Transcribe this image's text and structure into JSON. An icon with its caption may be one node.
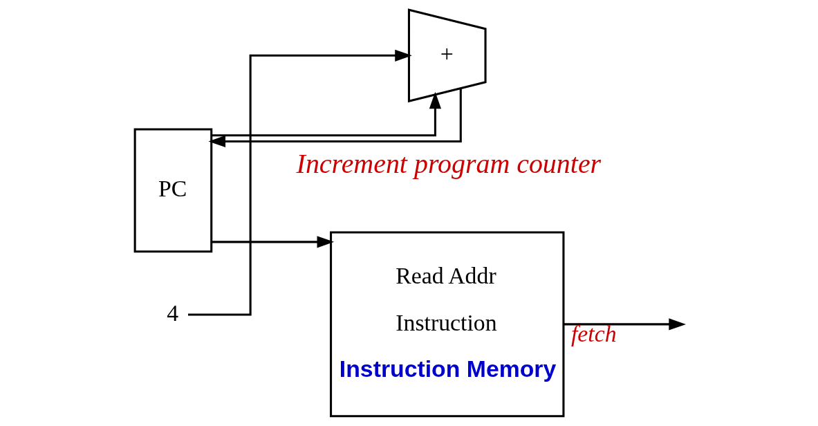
{
  "diagram": {
    "nodes": [
      {
        "text": [
          "PC"
        ]
      },
      {
        "text": [
          "Read Addr",
          "Instruction",
          "Instruction Memory"
        ]
      },
      {
        "text": [
          "+"
        ]
      },
      {
        "text": [
          "4"
        ]
      }
    ],
    "edges": [
      {
        "from": 2,
        "to": 0,
        "arrow": "to"
      },
      {
        "from": 0,
        "to": 1,
        "arrow": "to"
      },
      {
        "from": 0,
        "to": 2,
        "arrow": "to"
      },
      {
        "from": 3,
        "to": 2,
        "arrow": "to"
      },
      {
        "from": 1,
        "to": null,
        "arrow": "to",
        "label": "fetch"
      }
    ],
    "labels": [
      "Increment program counter"
    ]
  }
}
